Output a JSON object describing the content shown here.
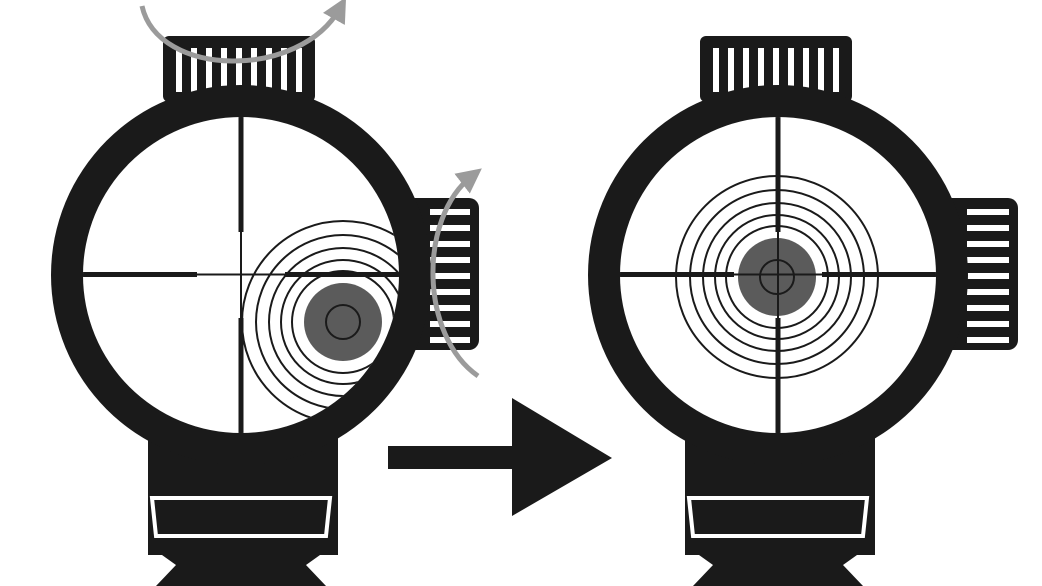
{
  "colors": {
    "background": "#ffffff",
    "body": "#1a1a1a",
    "lens": "#ffffff",
    "target_dot": "#5b5b5b",
    "rotation_arrow": "#9b9b9b"
  },
  "icons": {
    "adjust_turret": "turret-knurl-icon",
    "rotation": "curved-rotation-arrow-icon",
    "transition": "right-arrow-icon"
  },
  "panels": [
    {
      "id": "before",
      "state": "target offset from crosshair"
    },
    {
      "id": "after",
      "state": "target centered on crosshair"
    }
  ]
}
